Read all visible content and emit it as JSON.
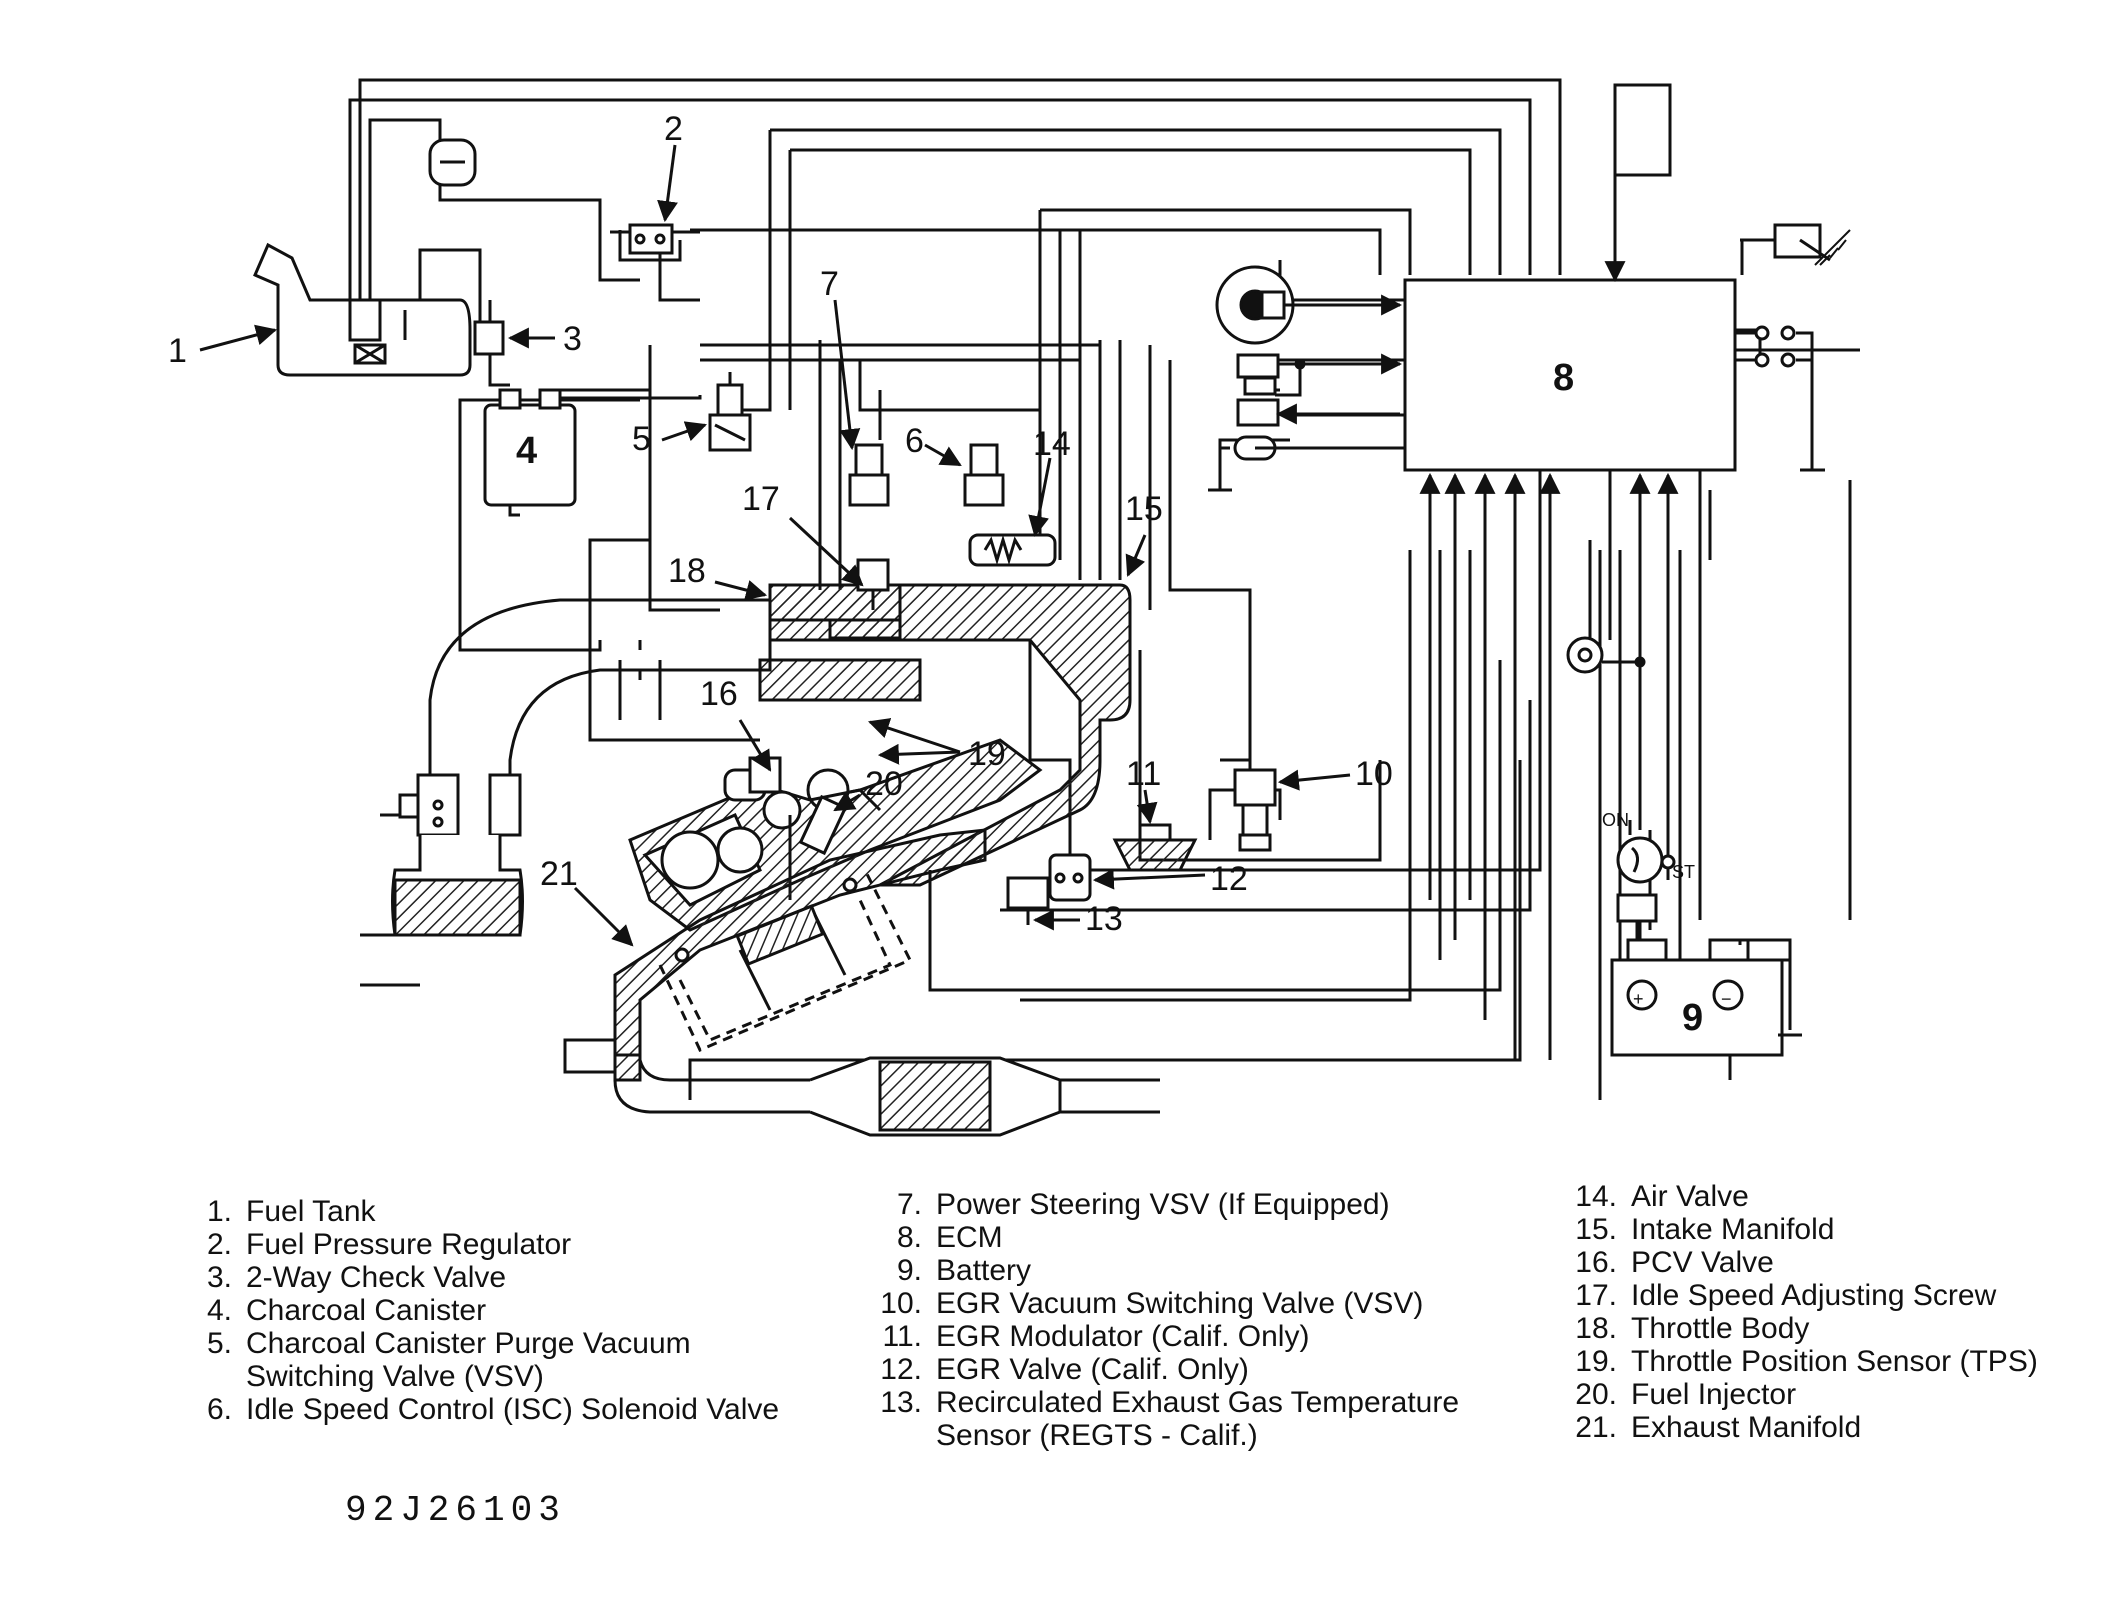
{
  "diagram": {
    "callouts": [
      "1",
      "2",
      "3",
      "4",
      "5",
      "6",
      "7",
      "8",
      "9",
      "10",
      "11",
      "12",
      "13",
      "14",
      "15",
      "16",
      "17",
      "18",
      "19",
      "20",
      "21"
    ],
    "ignition_labels": {
      "on": "ON",
      "start": "ST"
    },
    "battery_terminals": {
      "positive": "+",
      "negative": "−"
    }
  },
  "legend": {
    "column1": [
      {
        "num": "1.",
        "text": "Fuel Tank"
      },
      {
        "num": "2.",
        "text": "Fuel Pressure Regulator"
      },
      {
        "num": "3.",
        "text": "2-Way Check Valve"
      },
      {
        "num": "4.",
        "text": "Charcoal Canister"
      },
      {
        "num": "5.",
        "text": "Charcoal Canister Purge Vacuum"
      },
      {
        "num": "",
        "text": "Switching Valve (VSV)"
      },
      {
        "num": "6.",
        "text": "Idle Speed Control (ISC) Solenoid Valve"
      }
    ],
    "column2": [
      {
        "num": "7.",
        "text": "Power Steering VSV (If Equipped)"
      },
      {
        "num": "8.",
        "text": "ECM"
      },
      {
        "num": "9.",
        "text": "Battery"
      },
      {
        "num": "10.",
        "text": "EGR Vacuum Switching Valve (VSV)"
      },
      {
        "num": "11.",
        "text": "EGR Modulator (Calif. Only)"
      },
      {
        "num": "12.",
        "text": "EGR Valve (Calif. Only)"
      },
      {
        "num": "13.",
        "text": "Recirculated Exhaust Gas Temperature"
      },
      {
        "num": "",
        "text": "Sensor (REGTS  -  Calif.)"
      }
    ],
    "column3": [
      {
        "num": "14.",
        "text": "Air Valve"
      },
      {
        "num": "15.",
        "text": "Intake Manifold"
      },
      {
        "num": "16.",
        "text": "PCV Valve"
      },
      {
        "num": "17.",
        "text": "Idle Speed Adjusting Screw"
      },
      {
        "num": "18.",
        "text": "Throttle Body"
      },
      {
        "num": "19.",
        "text": "Throttle Position Sensor (TPS)"
      },
      {
        "num": "20.",
        "text": "Fuel Injector"
      },
      {
        "num": "21.",
        "text": "Exhaust Manifold"
      }
    ]
  },
  "figure_code": "92J26103"
}
